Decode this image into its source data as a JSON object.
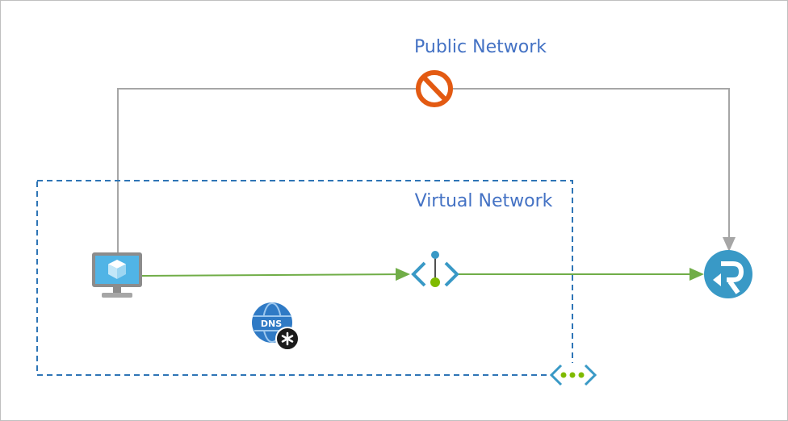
{
  "labels": {
    "public_network": "Public Network",
    "virtual_network": "Virtual Network",
    "dns_badge": "DNS"
  },
  "icons": {
    "blocked": "blocked-icon",
    "vm": "virtual-machine-icon",
    "private_endpoint": "private-endpoint-icon",
    "private_dns_zone": "private-dns-zone-icon",
    "service_endpoint": "service-endpoint-icon",
    "target_service": "target-service-icon"
  },
  "colors": {
    "label_blue": "#4472c4",
    "public_line": "#a6a6a6",
    "private_line": "#70ad47",
    "vnet_border": "#2e75b6",
    "blocked": "#e35a12",
    "vm_blue": "#3999c6",
    "target_blue": "#3999c6"
  }
}
